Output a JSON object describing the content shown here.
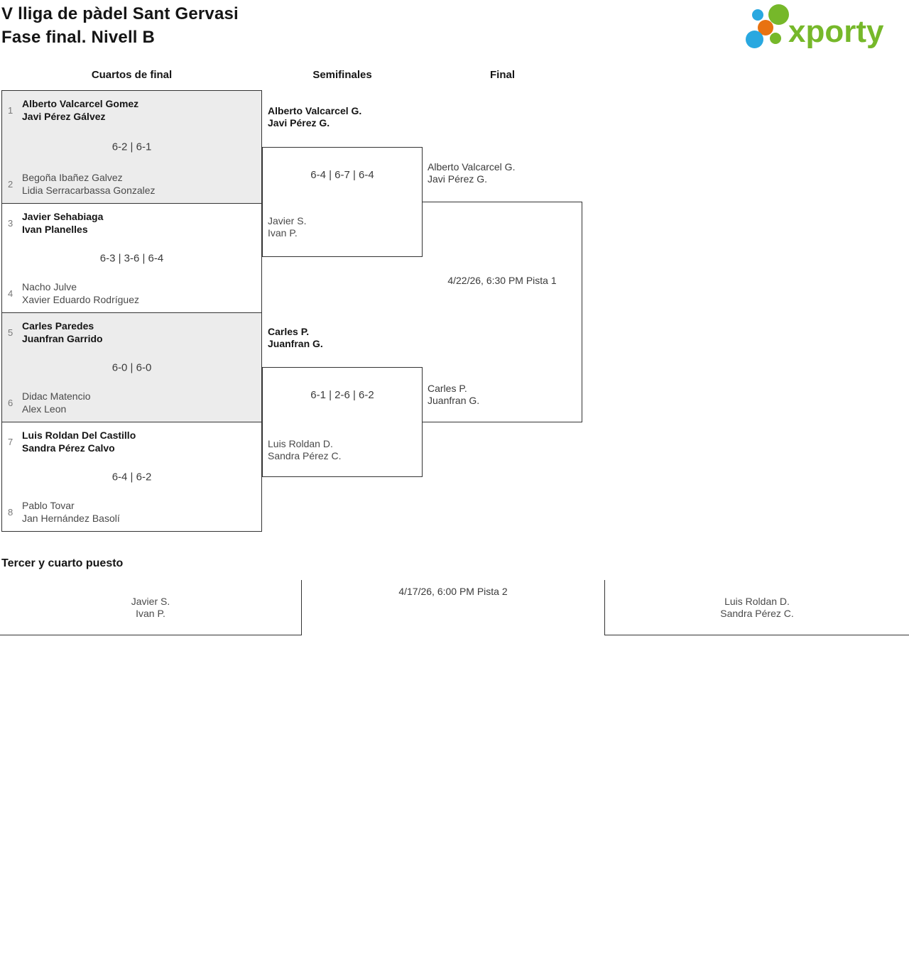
{
  "header": {
    "title_line1": "V lliga de pàdel Sant Gervasi",
    "title_line2": "Fase final. Nivell B"
  },
  "logo": {
    "text": "xporty",
    "dots": [
      "blue-small-dot",
      "green-large-dot",
      "orange-dot",
      "blue-large-dot",
      "green-small-dot"
    ]
  },
  "colors": {
    "brand_green": "#76b82a",
    "brand_blue": "#29a8e0",
    "brand_orange": "#e87211",
    "box_shaded": "#ececec",
    "line": "#333333"
  },
  "columns": {
    "quarterfinals": "Cuartos de final",
    "semifinals": "Semifinales",
    "final": "Final"
  },
  "quarterfinals": [
    {
      "seed_top": "1",
      "team_top": [
        "Alberto Valcarcel Gomez",
        "Javi Pérez Gálvez"
      ],
      "score": "6-2 | 6-1",
      "seed_bottom": "2",
      "team_bottom": [
        "Begoña Ibañez Galvez",
        "Lidia Serracarbassa Gonzalez"
      ]
    },
    {
      "seed_top": "3",
      "team_top": [
        "Javier Sehabiaga",
        "Ivan Planelles"
      ],
      "score": "6-3 | 3-6 | 6-4",
      "seed_bottom": "4",
      "team_bottom": [
        "Nacho Julve",
        "Xavier Eduardo Rodríguez"
      ]
    },
    {
      "seed_top": "5",
      "team_top": [
        "Carles Paredes",
        "Juanfran Garrido"
      ],
      "score": "6-0 | 6-0",
      "seed_bottom": "6",
      "team_bottom": [
        "Didac Matencio",
        "Alex Leon"
      ]
    },
    {
      "seed_top": "7",
      "team_top": [
        "Luis Roldan Del Castillo",
        "Sandra Pérez Calvo"
      ],
      "score": "6-4 | 6-2",
      "seed_bottom": "8",
      "team_bottom": [
        "Pablo Tovar",
        "Jan Hernández Basolí"
      ]
    }
  ],
  "semifinals": [
    {
      "team_top": [
        "Alberto Valcarcel G.",
        "Javi Pérez G."
      ],
      "score": "6-4 | 6-7 | 6-4",
      "team_bottom": [
        "Javier S.",
        "Ivan P."
      ]
    },
    {
      "team_top": [
        "Carles P.",
        "Juanfran G."
      ],
      "score": "6-1 | 2-6 | 6-2",
      "team_bottom": [
        "Luis Roldan D.",
        "Sandra Pérez C."
      ]
    }
  ],
  "final": {
    "team_top": [
      "Alberto Valcarcel G.",
      "Javi Pérez G."
    ],
    "team_bottom": [
      "Carles P.",
      "Juanfran G."
    ],
    "schedule": "4/22/26, 6:30 PM Pista 1"
  },
  "third_place": {
    "heading": "Tercer y cuarto puesto",
    "team_left": [
      "Javier S.",
      "Ivan P."
    ],
    "team_right": [
      "Luis Roldan D.",
      "Sandra Pérez C."
    ],
    "schedule": "4/17/26, 6:00 PM Pista 2"
  }
}
